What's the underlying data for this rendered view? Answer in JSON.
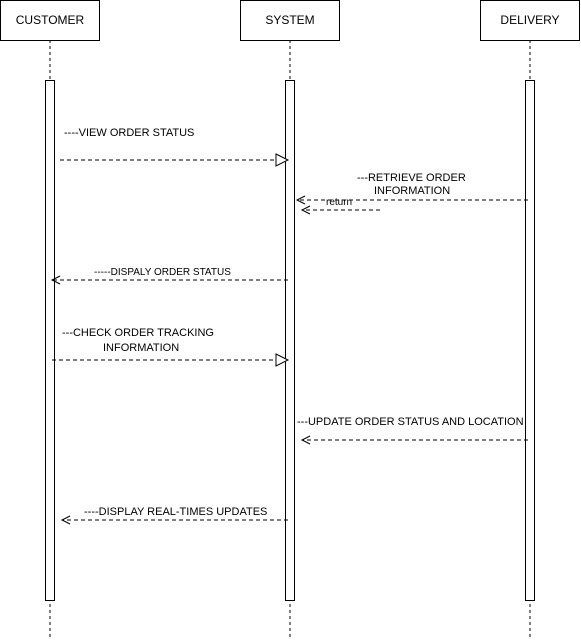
{
  "participants": {
    "customer": {
      "label": "CUSTOMER"
    },
    "system": {
      "label": "SYSTEM"
    },
    "delivery": {
      "label": "DELIVERY"
    }
  },
  "messages": {
    "view_order_status": {
      "label": "----VIEW ORDER STATUS"
    },
    "retrieve_order_info": {
      "line1": "---RETRIEVE ORDER",
      "line2": "INFORMATION"
    },
    "return": {
      "label": "return"
    },
    "display_order_status": {
      "label": "-----DISPALY ORDER STATUS"
    },
    "check_tracking": {
      "line1": "---CHECK ORDER TRACKING",
      "line2": "INFORMATION"
    },
    "update_status_location": {
      "label": "---UPDATE ORDER STATUS AND LOCATION"
    },
    "display_realtime_updates": {
      "label": "----DISPLAY REAL-TIMES UPDATES"
    }
  }
}
